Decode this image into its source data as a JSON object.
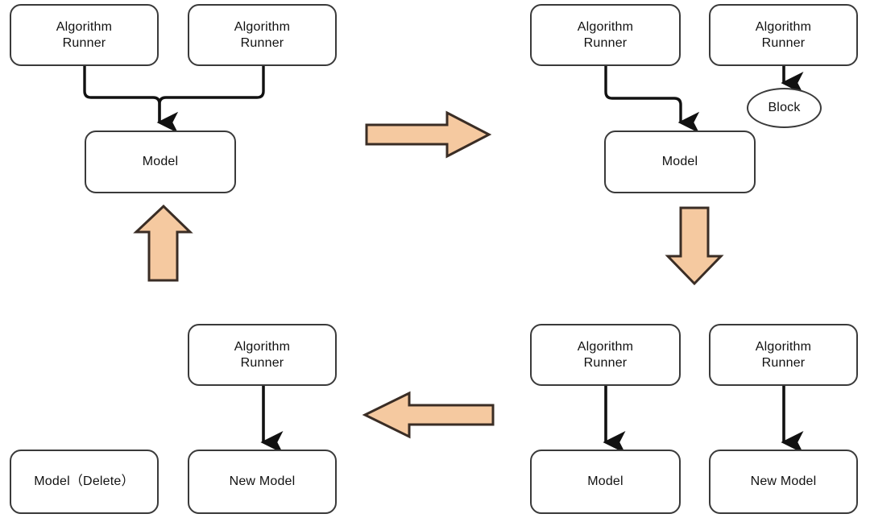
{
  "diagram": {
    "title": "Algorithm Runner / Model lifecycle state diagram",
    "colors": {
      "node_border": "#3a3a3a",
      "node_fill": "#ffffff",
      "connector": "#111111",
      "block_arrow_fill": "#f5c9a0",
      "block_arrow_stroke": "#3a2d25",
      "text": "#111111",
      "background": "#ffffff"
    },
    "quadrants": [
      {
        "id": "top-left",
        "nodes": [
          {
            "id": "tl-runner-1",
            "label": "Algorithm\nRunner",
            "shape": "rounded-rect"
          },
          {
            "id": "tl-runner-2",
            "label": "Algorithm\nRunner",
            "shape": "rounded-rect"
          },
          {
            "id": "tl-model",
            "label": "Model",
            "shape": "rounded-rect"
          }
        ],
        "connectors": [
          {
            "from": "tl-runner-1",
            "to": "tl-model",
            "style": "elbow-merge-arrow"
          },
          {
            "from": "tl-runner-2",
            "to": "tl-model",
            "style": "elbow-merge-arrow"
          }
        ]
      },
      {
        "id": "top-right",
        "nodes": [
          {
            "id": "tr-runner-1",
            "label": "Algorithm\nRunner",
            "shape": "rounded-rect"
          },
          {
            "id": "tr-runner-2",
            "label": "Algorithm\nRunner",
            "shape": "rounded-rect"
          },
          {
            "id": "tr-block",
            "label": "Block",
            "shape": "ellipse"
          },
          {
            "id": "tr-model",
            "label": "Model",
            "shape": "rounded-rect"
          }
        ],
        "connectors": [
          {
            "from": "tr-runner-1",
            "to": "tr-model",
            "style": "elbow-arrow"
          },
          {
            "from": "tr-runner-2",
            "to": "tr-block",
            "style": "straight-arrow"
          }
        ]
      },
      {
        "id": "bottom-right",
        "nodes": [
          {
            "id": "br-runner-1",
            "label": "Algorithm\nRunner",
            "shape": "rounded-rect"
          },
          {
            "id": "br-runner-2",
            "label": "Algorithm\nRunner",
            "shape": "rounded-rect"
          },
          {
            "id": "br-model",
            "label": "Model",
            "shape": "rounded-rect"
          },
          {
            "id": "br-new-model",
            "label": "New Model",
            "shape": "rounded-rect"
          }
        ],
        "connectors": [
          {
            "from": "br-runner-1",
            "to": "br-model",
            "style": "straight-arrow"
          },
          {
            "from": "br-runner-2",
            "to": "br-new-model",
            "style": "straight-arrow"
          }
        ]
      },
      {
        "id": "bottom-left",
        "nodes": [
          {
            "id": "bl-runner",
            "label": "Algorithm\nRunner",
            "shape": "rounded-rect"
          },
          {
            "id": "bl-model-delete",
            "label": "Model（Delete）",
            "shape": "rounded-rect"
          },
          {
            "id": "bl-new-model",
            "label": "New Model",
            "shape": "rounded-rect"
          }
        ],
        "connectors": [
          {
            "from": "bl-runner",
            "to": "bl-new-model",
            "style": "straight-arrow"
          }
        ]
      }
    ],
    "flow_arrows": [
      {
        "id": "flow-right",
        "direction": "right",
        "from_quadrant": "top-left",
        "to_quadrant": "top-right"
      },
      {
        "id": "flow-down",
        "direction": "down",
        "from_quadrant": "top-right",
        "to_quadrant": "bottom-right"
      },
      {
        "id": "flow-left",
        "direction": "left",
        "from_quadrant": "bottom-right",
        "to_quadrant": "bottom-left"
      },
      {
        "id": "flow-up",
        "direction": "up",
        "from_quadrant": "bottom-left",
        "to_quadrant": "top-left"
      }
    ],
    "labels": {
      "algorithm_runner": "Algorithm\nRunner",
      "model": "Model",
      "new_model": "New Model",
      "model_delete": "Model（Delete）",
      "block": "Block"
    }
  }
}
